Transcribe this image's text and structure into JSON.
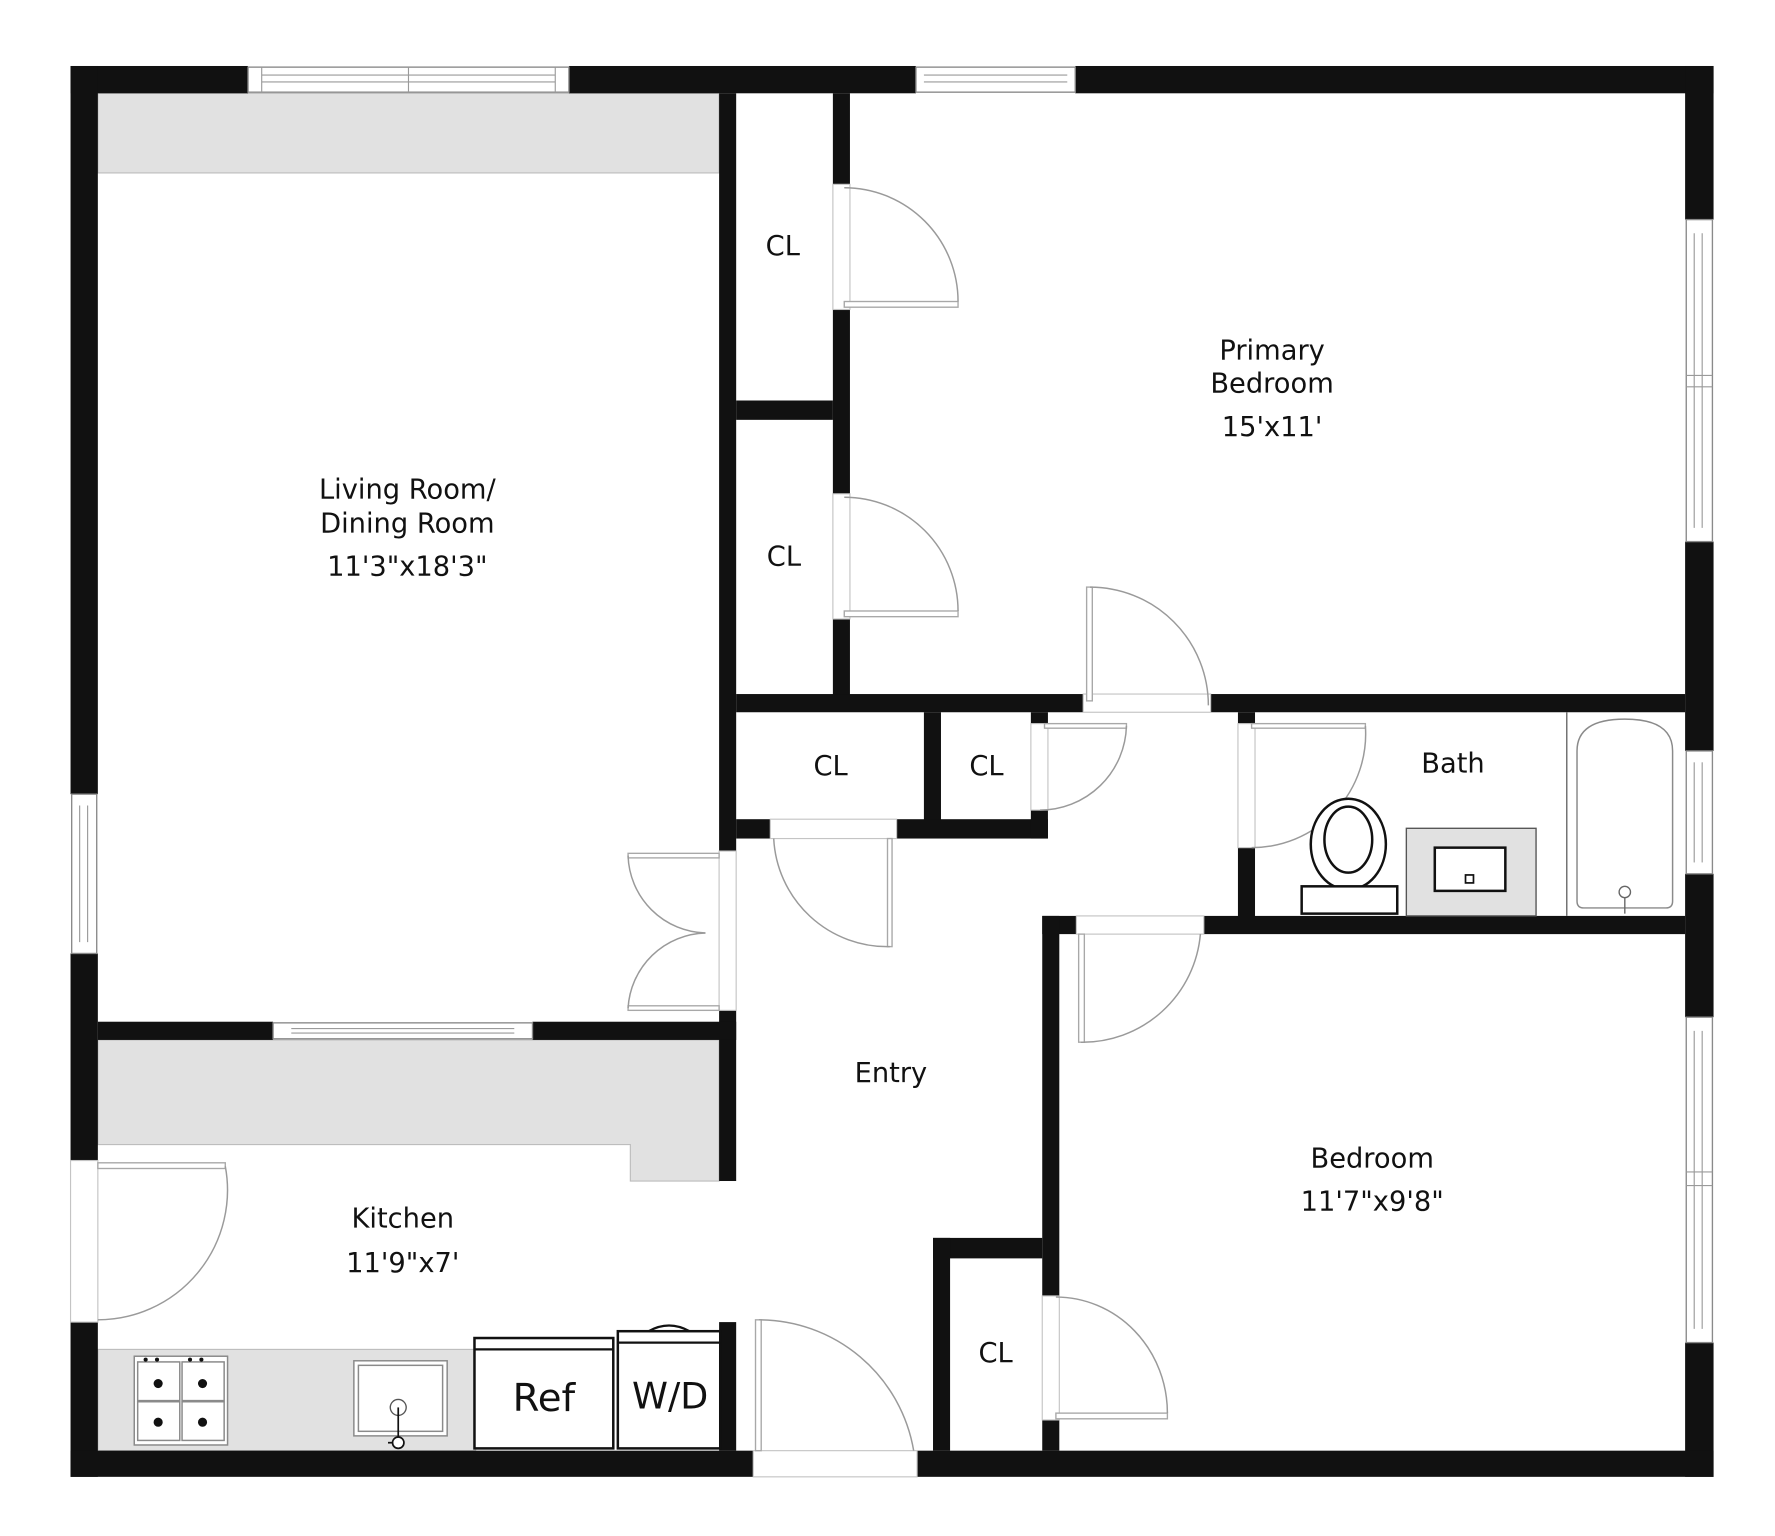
{
  "floorplan": {
    "rooms": {
      "living": {
        "name_line1": "Living Room/",
        "name_line2": "Dining Room",
        "dimensions": "11'3\"x18'3\""
      },
      "primary_bedroom": {
        "name_line1": "Primary",
        "name_line2": "Bedroom",
        "dimensions": "15'x11'"
      },
      "kitchen": {
        "name": "Kitchen",
        "dimensions": "11'9\"x7'"
      },
      "entry": {
        "name": "Entry"
      },
      "bedroom": {
        "name": "Bedroom",
        "dimensions": "11'7\"x9'8\""
      },
      "bath": {
        "name": "Bath"
      }
    },
    "closets": [
      {
        "label": "CL",
        "location": "upper closet off primary bedroom"
      },
      {
        "label": "CL",
        "location": "lower closet off primary bedroom"
      },
      {
        "label": "CL",
        "location": "hall closet left"
      },
      {
        "label": "CL",
        "location": "hall closet right"
      },
      {
        "label": "CL",
        "location": "bedroom closet"
      }
    ],
    "appliances": {
      "refrigerator": "Ref",
      "washer_dryer": "W/D"
    },
    "fixtures": [
      "cooktop-icon",
      "kitchen-sink-icon",
      "toilet-icon",
      "vanity-sink-icon",
      "bathtub-icon"
    ],
    "colors": {
      "wall": "#111111",
      "counter": "#e1e1e1",
      "background": "#ffffff",
      "door_line": "#9a9a9a"
    }
  }
}
